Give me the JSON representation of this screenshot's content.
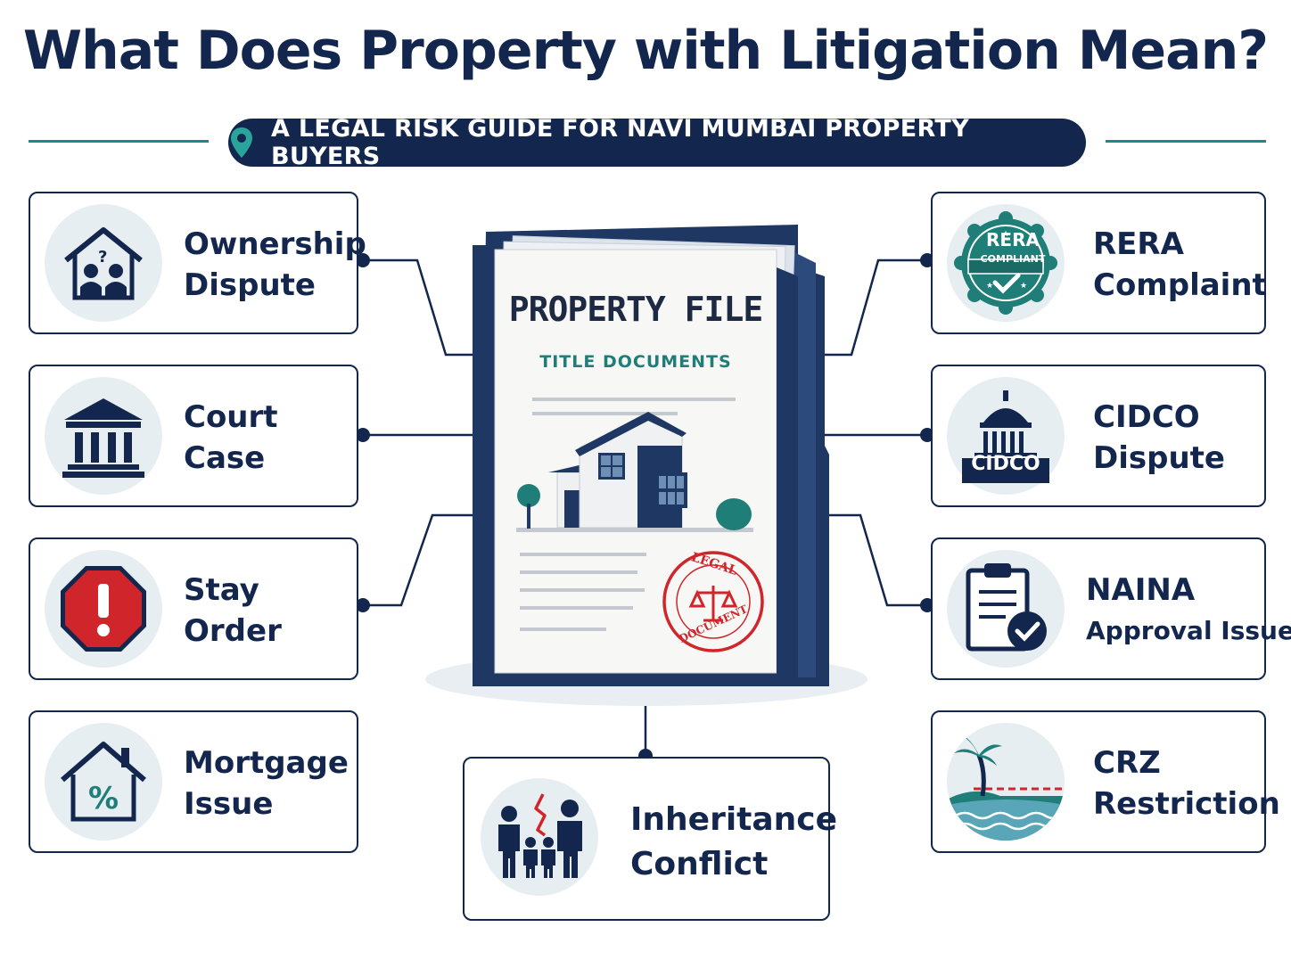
{
  "title": "What Does Property with Litigation Mean?",
  "subtitle": "A LEGAL RISK GUIDE FOR NAVI MUMBAI PROPERTY BUYERS",
  "center": {
    "file_title": "PROPERTY FILE",
    "file_subtitle": "TITLE DOCUMENTS",
    "stamp_top": "LEGAL",
    "stamp_bottom": "DOCUMENT"
  },
  "left_items": [
    {
      "line1": "Ownership",
      "line2": "Dispute",
      "icon": "house-question-icon"
    },
    {
      "line1": "Court",
      "line2": "Case",
      "icon": "courthouse-icon"
    },
    {
      "line1": "Stay",
      "line2": "Order",
      "icon": "stop-sign-icon"
    },
    {
      "line1": "Mortgage",
      "line2": "Issue",
      "icon": "house-percent-icon"
    }
  ],
  "right_items": [
    {
      "line1": "RERA",
      "line2": "Complaint",
      "icon": "rera-badge-icon",
      "badge_top": "RERA",
      "badge_bottom": "COMPLIANT"
    },
    {
      "line1": "CIDCO",
      "line2": "Dispute",
      "icon": "cidco-building-icon",
      "badge": "CIDCO"
    },
    {
      "line1": "NAINA",
      "line2": "Approval Issue",
      "icon": "clipboard-check-icon"
    },
    {
      "line1": "CRZ",
      "line2": "Restriction",
      "icon": "palm-coast-icon"
    }
  ],
  "bottom_item": {
    "line1": "Inheritance",
    "line2": "Conflict",
    "icon": "family-broken-icon"
  },
  "colors": {
    "navy": "#13264d",
    "teal": "#1d7a72",
    "red": "#d0262b",
    "pale": "#e7eef2"
  }
}
